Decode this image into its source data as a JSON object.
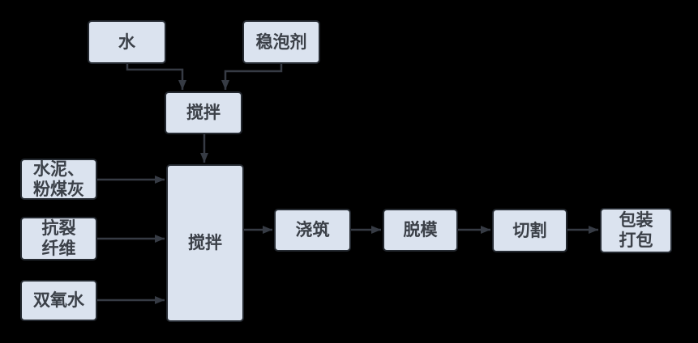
{
  "diagram": {
    "type": "flowchart",
    "background_color": "#000000",
    "node_fill_color": "#dbe3ef",
    "node_border_color": "#242930",
    "arrow_color": "#363b44",
    "text_color": "#3b4048",
    "nodes": {
      "water": {
        "label": "水"
      },
      "foam_stabilizer": {
        "label": "稳泡剂"
      },
      "premix": {
        "label": "搅拌"
      },
      "cement_flyash": {
        "label": "水泥、\n粉煤灰"
      },
      "anticrack_fiber": {
        "label": "抗裂\n纤维"
      },
      "hydrogen_peroxide": {
        "label": "双氧水"
      },
      "main_mix": {
        "label": "搅拌"
      },
      "pouring": {
        "label": "浇筑"
      },
      "demolding": {
        "label": "脱模"
      },
      "cutting": {
        "label": "切割"
      },
      "packing": {
        "label": "包装\n打包"
      }
    },
    "edges": [
      {
        "from": "water",
        "to": "premix"
      },
      {
        "from": "foam_stabilizer",
        "to": "premix"
      },
      {
        "from": "premix",
        "to": "main_mix"
      },
      {
        "from": "cement_flyash",
        "to": "main_mix"
      },
      {
        "from": "anticrack_fiber",
        "to": "main_mix"
      },
      {
        "from": "hydrogen_peroxide",
        "to": "main_mix"
      },
      {
        "from": "main_mix",
        "to": "pouring"
      },
      {
        "from": "pouring",
        "to": "demolding"
      },
      {
        "from": "demolding",
        "to": "cutting"
      },
      {
        "from": "cutting",
        "to": "packing"
      }
    ]
  }
}
